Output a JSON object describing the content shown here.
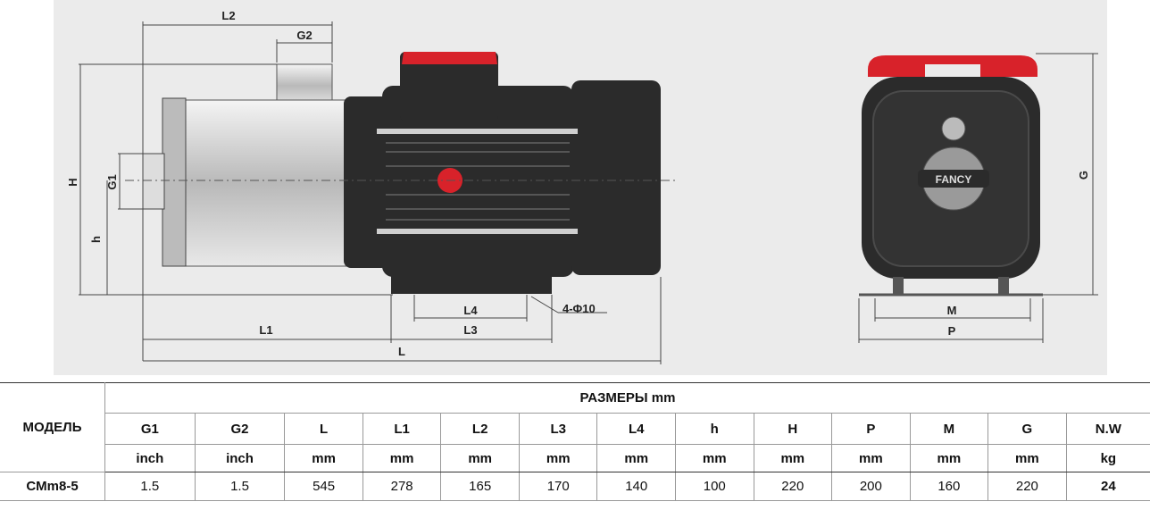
{
  "drawing": {
    "side_labels": {
      "L2": "L2",
      "G2": "G2",
      "H": "H",
      "G1": "G1",
      "h": "h",
      "L1": "L1",
      "L": "L",
      "L3": "L3",
      "L4": "L4",
      "holes": "4-Φ10"
    },
    "front_labels": {
      "M": "M",
      "P": "P",
      "G": "G"
    },
    "logo_text": "FANCY",
    "colors": {
      "body": "#2b2b2b",
      "accent": "#d8222a",
      "steel": "#cfcfcf",
      "panel": "#ebebeb"
    }
  },
  "table": {
    "group_header": "РАЗМЕРЫ mm",
    "model_header": "МОДЕЛЬ",
    "columns": [
      {
        "name": "G1",
        "unit": "inch"
      },
      {
        "name": "G2",
        "unit": "inch"
      },
      {
        "name": "L",
        "unit": "mm"
      },
      {
        "name": "L1",
        "unit": "mm"
      },
      {
        "name": "L2",
        "unit": "mm"
      },
      {
        "name": "L3",
        "unit": "mm"
      },
      {
        "name": "L4",
        "unit": "mm"
      },
      {
        "name": "h",
        "unit": "mm"
      },
      {
        "name": "H",
        "unit": "mm"
      },
      {
        "name": "P",
        "unit": "mm"
      },
      {
        "name": "M",
        "unit": "mm"
      },
      {
        "name": "G",
        "unit": "mm"
      },
      {
        "name": "N.W",
        "unit": "kg"
      }
    ],
    "rows": [
      {
        "model": "CMm8-5",
        "values": [
          "1.5",
          "1.5",
          "545",
          "278",
          "165",
          "170",
          "140",
          "100",
          "220",
          "200",
          "160",
          "220",
          "24"
        ]
      }
    ]
  }
}
